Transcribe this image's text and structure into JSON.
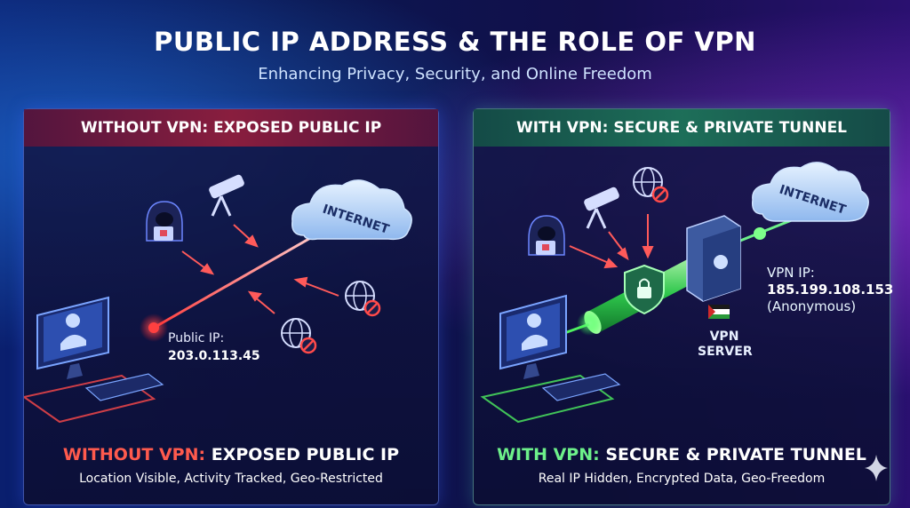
{
  "header": {
    "title": "PUBLIC IP ADDRESS & THE ROLE OF VPN",
    "subtitle": "Enhancing Privacy, Security, and Online Freedom"
  },
  "left_panel": {
    "header": "WITHOUT VPN: EXPOSED PUBLIC IP",
    "cloud_label": "INTERNET",
    "ip_label": "Public IP:",
    "ip_value": "203.0.113.45",
    "footer_accent": "WITHOUT VPN:",
    "footer_rest": "EXPOSED PUBLIC IP",
    "footer_text": "Location Visible, Activity Tracked, Geo-Restricted",
    "accent_color": "#ff4a4a"
  },
  "right_panel": {
    "header": "WITH VPN: SECURE & PRIVATE TUNNEL",
    "cloud_label": "INTERNET",
    "vpn_ip_label": "VPN IP:",
    "vpn_ip_value": "185.199.108.153",
    "vpn_ip_note": "(Anonymous)",
    "server_label_1": "VPN",
    "server_label_2": "SERVER",
    "footer_accent": "WITH VPN:",
    "footer_rest": "SECURE & PRIVATE TUNNEL",
    "footer_text": "Real IP Hidden, Encrypted Data, Geo-Freedom",
    "accent_color": "#5cf07a"
  }
}
